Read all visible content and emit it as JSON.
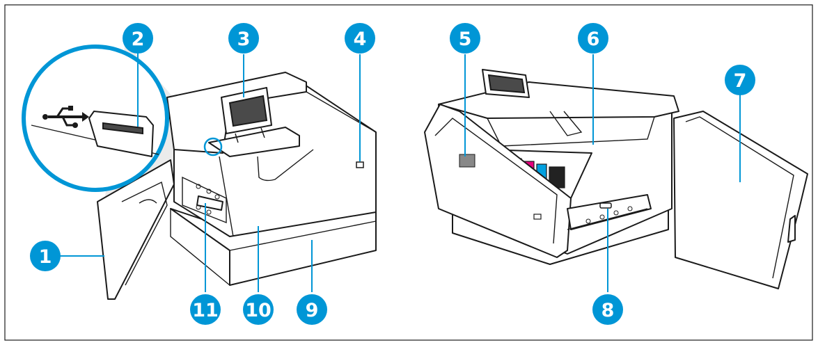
{
  "callouts": [
    {
      "id": "c1",
      "number": "1"
    },
    {
      "id": "c2",
      "number": "2"
    },
    {
      "id": "c3",
      "number": "3"
    },
    {
      "id": "c4",
      "number": "4"
    },
    {
      "id": "c5",
      "number": "5"
    },
    {
      "id": "c6",
      "number": "6"
    },
    {
      "id": "c7",
      "number": "7"
    },
    {
      "id": "c8",
      "number": "8"
    },
    {
      "id": "c9",
      "number": "9"
    },
    {
      "id": "c10",
      "number": "10"
    },
    {
      "id": "c11",
      "number": "11"
    }
  ],
  "colors": {
    "callout": "#0096d6",
    "outline": "#1a1a1a",
    "cartridge_yellow": "#f2e600",
    "cartridge_magenta": "#e5007e",
    "cartridge_cyan": "#00a0e0",
    "cartridge_black": "#222222"
  },
  "icons": {
    "usb": "usb-icon"
  }
}
